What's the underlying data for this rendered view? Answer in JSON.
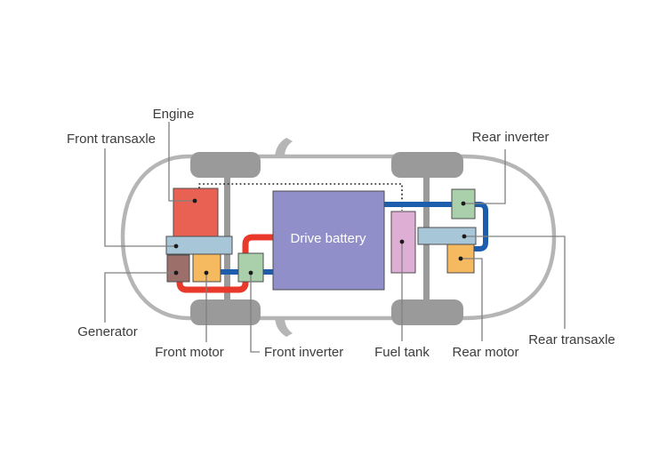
{
  "diagram": {
    "type": "vehicle-powertrain-schematic",
    "labels": {
      "engine": "Engine",
      "front_transaxle": "Front transaxle",
      "generator": "Generator",
      "front_motor": "Front motor",
      "front_inverter": "Front inverter",
      "drive_battery": "Drive battery",
      "fuel_tank": "Fuel tank",
      "rear_motor": "Rear motor",
      "rear_inverter": "Rear inverter",
      "rear_transaxle": "Rear transaxle"
    },
    "colors": {
      "car_outline": "#b5b5b5",
      "wheel": "#9a9a9a",
      "engine": "#e96152",
      "transaxle": "#a7c6d8",
      "generator": "#9d6f6b",
      "motor": "#f5b95f",
      "inverter": "#aad0ab",
      "battery": "#918fc9",
      "fuel_tank": "#dfaed4",
      "cable_red": "#e8392b",
      "cable_blue": "#1d5dad",
      "fuel_line": "#222222",
      "leader_line": "#808080",
      "anchor_dot": "#1a1a1a",
      "label_text": "#3c3c3c",
      "battery_text": "#ffffff"
    }
  }
}
